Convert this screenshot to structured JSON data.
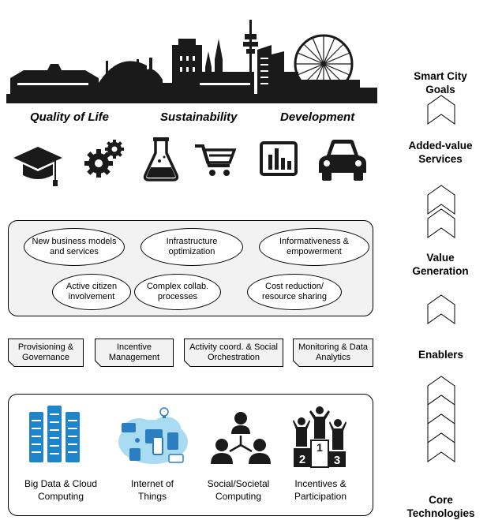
{
  "goals": [
    "Quality of Life",
    "Sustainability",
    "Development"
  ],
  "service_icons": [
    "graduation-cap-icon",
    "gears-icon",
    "flask-icon",
    "shopping-cart-icon",
    "bar-chart-icon",
    "car-icon"
  ],
  "value_generation": [
    "New business models and services",
    "Infrastructure optimization",
    "Informativeness & empowerment",
    "Active citizen involvement",
    "Complex collab. processes",
    "Cost reduction/ resource sharing"
  ],
  "enablers": [
    "Provisioning & Governance",
    "Incentive Management",
    "Activity coord. & Social Orchestration",
    "Monitoring & Data Analytics"
  ],
  "core_technologies": [
    {
      "label": "Big Data & Cloud Computing",
      "icon": "server-rack-icon"
    },
    {
      "label": "Internet of Things",
      "icon": "iot-devices-icon"
    },
    {
      "label": "Social/Societal Computing",
      "icon": "social-network-icon"
    },
    {
      "label": "Incentives & Participation",
      "icon": "podium-icon"
    }
  ],
  "podium_numbers": [
    "2",
    "1",
    "3"
  ],
  "layers": [
    "Smart City Goals",
    "Added-value Services",
    "Value Generation",
    "Enablers",
    "Core Technologies"
  ],
  "colors": {
    "iot_cloud": "#a9dcf2",
    "iot_device": "#2b7fc0",
    "server": "#1e86c8",
    "panel_bg": "#f2f2f2"
  }
}
